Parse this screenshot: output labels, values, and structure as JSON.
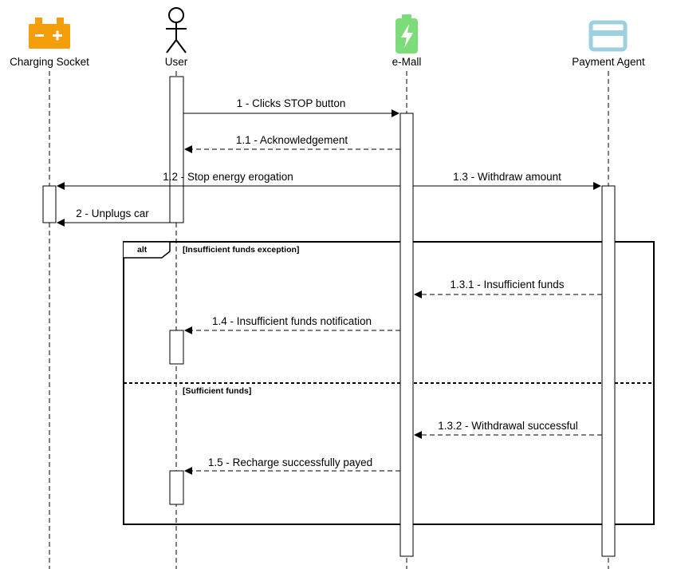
{
  "participants": [
    {
      "id": "socket",
      "label": "Charging Socket",
      "icon": "battery-icon",
      "color": "#F59E0B"
    },
    {
      "id": "user",
      "label": "User",
      "icon": "stick-figure-icon",
      "color": "#000000"
    },
    {
      "id": "emall",
      "label": "e-Mall",
      "icon": "charging-battery-icon",
      "color": "#7DDC7A"
    },
    {
      "id": "payment",
      "label": "Payment Agent",
      "icon": "credit-card-icon",
      "color": "#9FD0E0"
    }
  ],
  "messages": [
    {
      "id": "m1",
      "label": "1 - Clicks STOP button",
      "from": "user",
      "to": "emall",
      "style": "solid"
    },
    {
      "id": "m1_1",
      "label": "1.1 - Acknowledgement",
      "from": "emall",
      "to": "user",
      "style": "dashed"
    },
    {
      "id": "m1_2",
      "label": "1.2 - Stop energy erogation",
      "from": "emall",
      "to": "socket",
      "style": "solid"
    },
    {
      "id": "m1_3",
      "label": "1.3 - Withdraw amount",
      "from": "emall",
      "to": "payment",
      "style": "solid"
    },
    {
      "id": "m2",
      "label": "2 - Unplugs car",
      "from": "user",
      "to": "socket",
      "style": "solid"
    },
    {
      "id": "m1_3_1",
      "label": "1.3.1 - Insufficient funds",
      "from": "payment",
      "to": "emall",
      "style": "dashed"
    },
    {
      "id": "m1_4",
      "label": "1.4 - Insufficient funds notification",
      "from": "emall",
      "to": "user",
      "style": "dashed"
    },
    {
      "id": "m1_3_2",
      "label": "1.3.2 - Withdrawal successful",
      "from": "payment",
      "to": "emall",
      "style": "dashed"
    },
    {
      "id": "m1_5",
      "label": "1.5 - Recharge successfully payed",
      "from": "emall",
      "to": "user",
      "style": "dashed"
    }
  ],
  "fragment": {
    "operator": "alt",
    "guard1": "[Insufficient funds exception]",
    "guard2": "[Sufficient funds]"
  }
}
